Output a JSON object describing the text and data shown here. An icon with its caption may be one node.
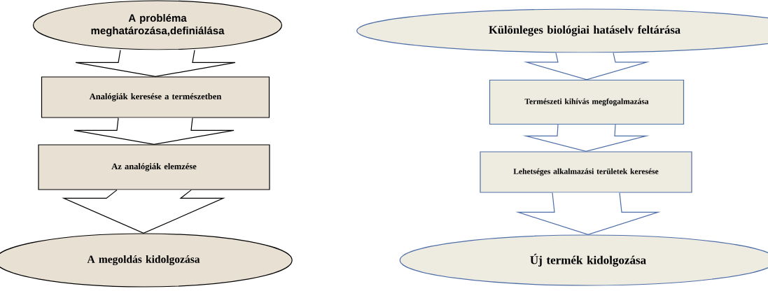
{
  "diagram": {
    "nodes": [
      {
        "text": [
          "A probléma meghatározása,definiálása"
        ]
      },
      {
        "text": [
          "Analógiák keresése a természetben"
        ]
      },
      {
        "text": [
          "Az analógiák elemzése"
        ]
      },
      {
        "text": [
          "A megoldás kidolgozása"
        ]
      },
      {
        "text": [
          "Különleges biológiai hatáselv feltárása"
        ]
      },
      {
        "text": [
          "Természeti kihívás megfogalmazása"
        ]
      },
      {
        "text": [
          "Lehetséges alkalmazási területek keresése"
        ]
      },
      {
        "text": [
          "Új termék kidolgozása"
        ]
      }
    ],
    "edges": [
      {
        "from": 0,
        "to": 1,
        "arrow": "to",
        "color": "#000000"
      },
      {
        "from": 1,
        "to": 2,
        "arrow": "to",
        "color": "#000000"
      },
      {
        "from": 2,
        "to": 3,
        "arrow": "to",
        "color": "#000000"
      },
      {
        "from": 4,
        "to": 5,
        "arrow": "to",
        "color": "#4f6fa8"
      },
      {
        "from": 5,
        "to": 6,
        "arrow": "to",
        "color": "#4f6fa8"
      },
      {
        "from": 6,
        "to": 7,
        "arrow": "to",
        "color": "#4f6fa8"
      }
    ]
  }
}
